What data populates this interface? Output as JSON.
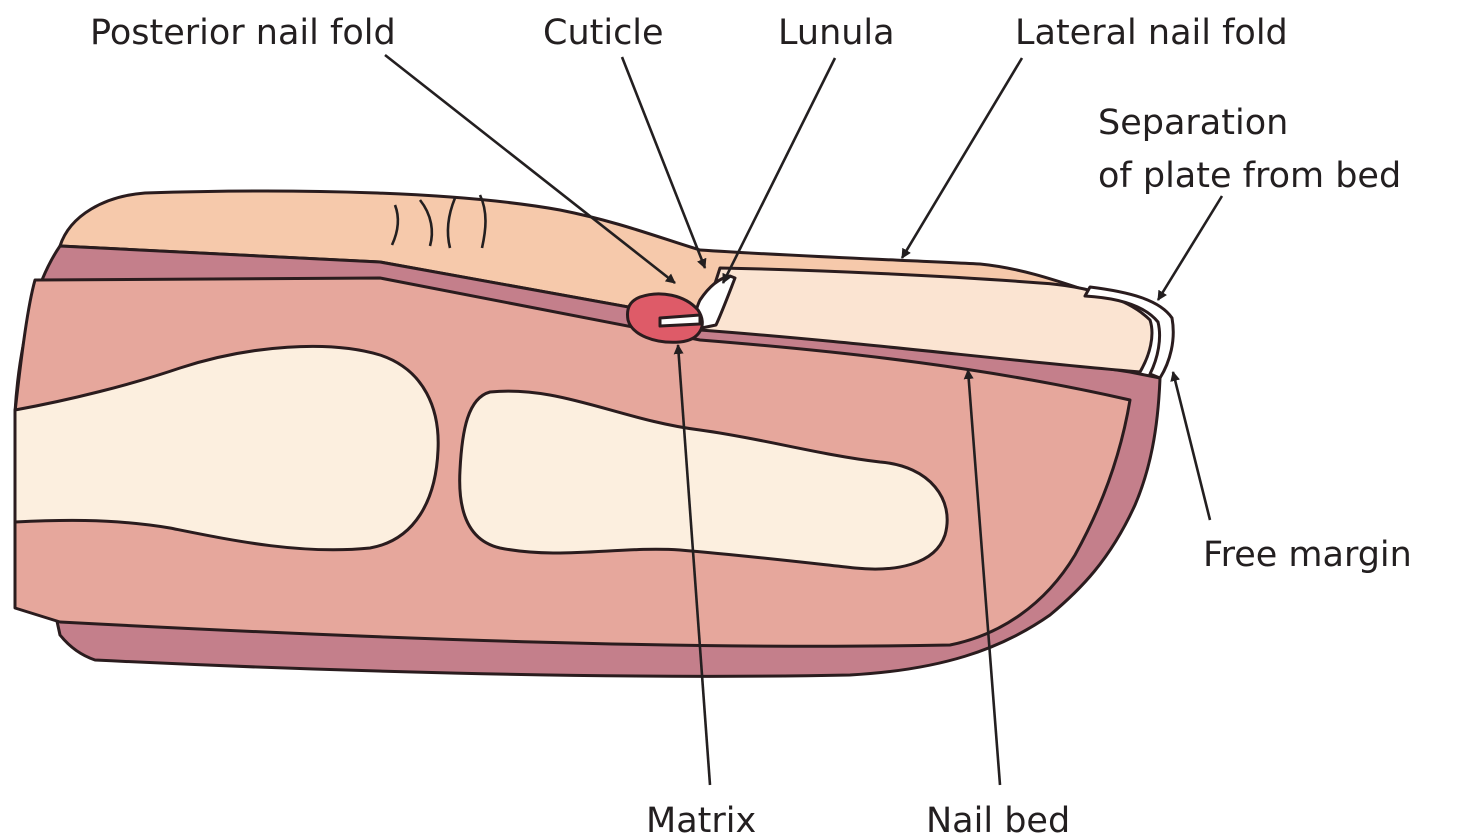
{
  "diagram": {
    "labels": {
      "posterior_nail_fold": "Posterior nail fold",
      "cuticle": "Cuticle",
      "lunula": "Lunula",
      "lateral_nail_fold": "Lateral nail fold",
      "separation_line1": "Separation",
      "separation_line2": "of plate from bed",
      "free_margin": "Free margin",
      "matrix": "Matrix",
      "nail_bed": "Nail bed"
    },
    "colors": {
      "skin": "#f6c9ab",
      "nail_plate": "#fbe4d2",
      "dermis": "#e6a79c",
      "epidermis_band": "#c47f8b",
      "bone": "#fcefdf",
      "matrix": "#de5b68",
      "outline": "#2a1c1e"
    }
  }
}
